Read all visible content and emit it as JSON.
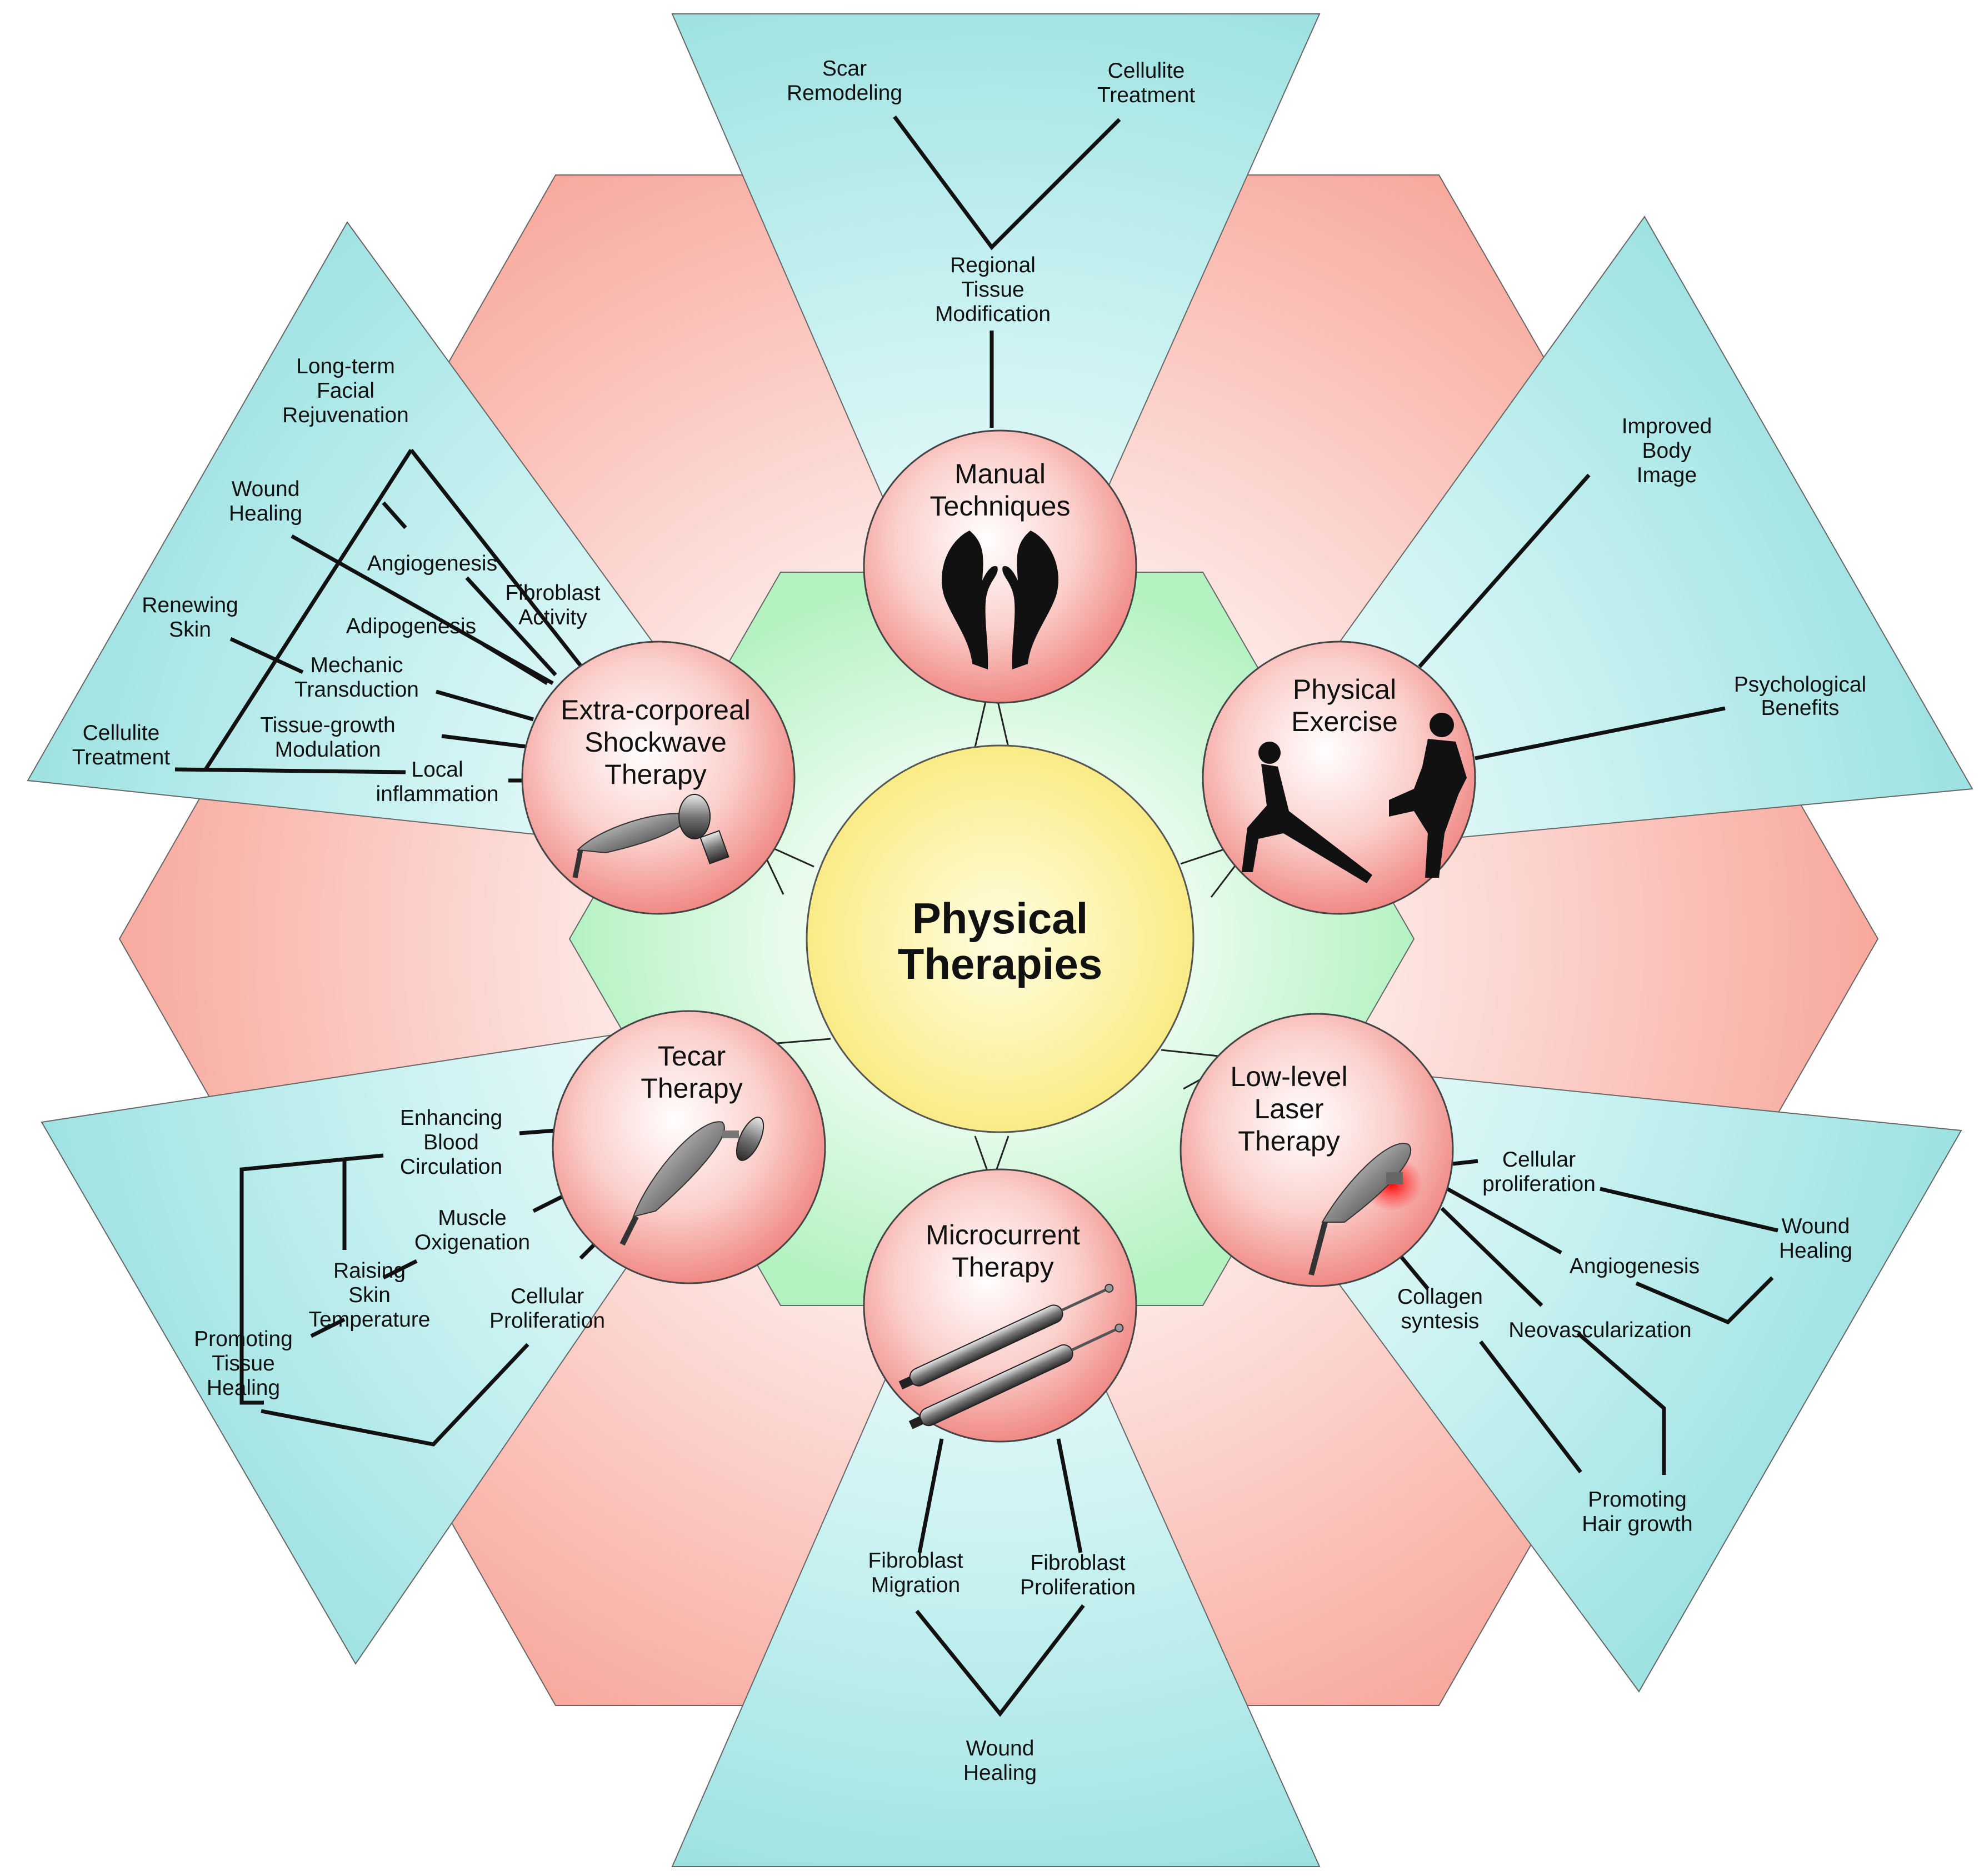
{
  "hub": {
    "line1": "Physical",
    "line2": "Therapies"
  },
  "colors": {
    "hub_fill": "#fdf7a6",
    "hexagon_fill": "#b6f4c4",
    "outer_hexagon_fill": "#f6a79a",
    "panel_fill": "#a8e6e6",
    "node_fill": "#f7a7a7",
    "line": "#111111"
  },
  "nodes": {
    "manual": {
      "lines": [
        "Manual",
        "Techniques"
      ],
      "icon": "hands-icon"
    },
    "exercise": {
      "lines": [
        "Physical",
        "Exercise"
      ],
      "icon": "exercise-figures-icon"
    },
    "laser": {
      "lines": [
        "Low-level",
        "Laser",
        "Therapy"
      ],
      "icon": "laser-probe-icon"
    },
    "micro": {
      "lines": [
        "Microcurrent",
        "Therapy"
      ],
      "icon": "microcurrent-probes-icon"
    },
    "tecar": {
      "lines": [
        "Tecar",
        "Therapy"
      ],
      "icon": "tecar-probe-icon"
    },
    "eswt": {
      "lines": [
        "Extra-corporeal",
        "Shockwave",
        "Therapy"
      ],
      "icon": "shockwave-applicator-icon"
    }
  },
  "manual_effects": {
    "scar": [
      "Scar",
      "Remodeling"
    ],
    "cellulite": [
      "Cellulite",
      "Treatment"
    ],
    "regional": [
      "Regional",
      "Tissue",
      "Modification"
    ]
  },
  "exercise_effects": {
    "body_image": [
      "Improved",
      "Body",
      "Image"
    ],
    "psych": [
      "Psychological",
      "Benefits"
    ]
  },
  "laser_effects": {
    "cell_prolif": [
      "Cellular",
      "proliferation"
    ],
    "wound": [
      "Wound",
      "Healing"
    ],
    "angio": [
      "Angiogenesis"
    ],
    "collagen": [
      "Collagen",
      "syntesis"
    ],
    "neovasc": [
      "Neovascularization"
    ],
    "hair": [
      "Promoting",
      "Hair growth"
    ]
  },
  "micro_effects": {
    "migration": [
      "Fibroblast",
      "Migration"
    ],
    "proliferation": [
      "Fibroblast",
      "Proliferation"
    ],
    "wound": [
      "Wound",
      "Healing"
    ]
  },
  "tecar_effects": {
    "blood": [
      "Enhancing",
      "Blood",
      "Circulation"
    ],
    "muscle": [
      "Muscle",
      "Oxigenation"
    ],
    "skin_temp": [
      "Raising",
      "Skin",
      "Temperature"
    ],
    "cell_prolif": [
      "Cellular",
      "Proliferation"
    ],
    "tissue": [
      "Promoting",
      "Tissue",
      "Healing"
    ]
  },
  "eswt_effects": {
    "facial": [
      "Long-term",
      "Facial",
      "Rejuvenation"
    ],
    "wound": [
      "Wound",
      "Healing"
    ],
    "angio": [
      "Angiogenesis"
    ],
    "fibroblast": [
      "Fibroblast",
      "Activity"
    ],
    "renewing": [
      "Renewing",
      "Skin"
    ],
    "adipo": [
      "Adipogenesis"
    ],
    "mechanic": [
      "Mechanic",
      "Transduction"
    ],
    "tissue_growth": [
      "Tissue-growth",
      "Modulation"
    ],
    "cellulite": [
      "Cellulite",
      "Treatment"
    ],
    "inflammation": [
      "Local",
      "inflammation"
    ]
  }
}
